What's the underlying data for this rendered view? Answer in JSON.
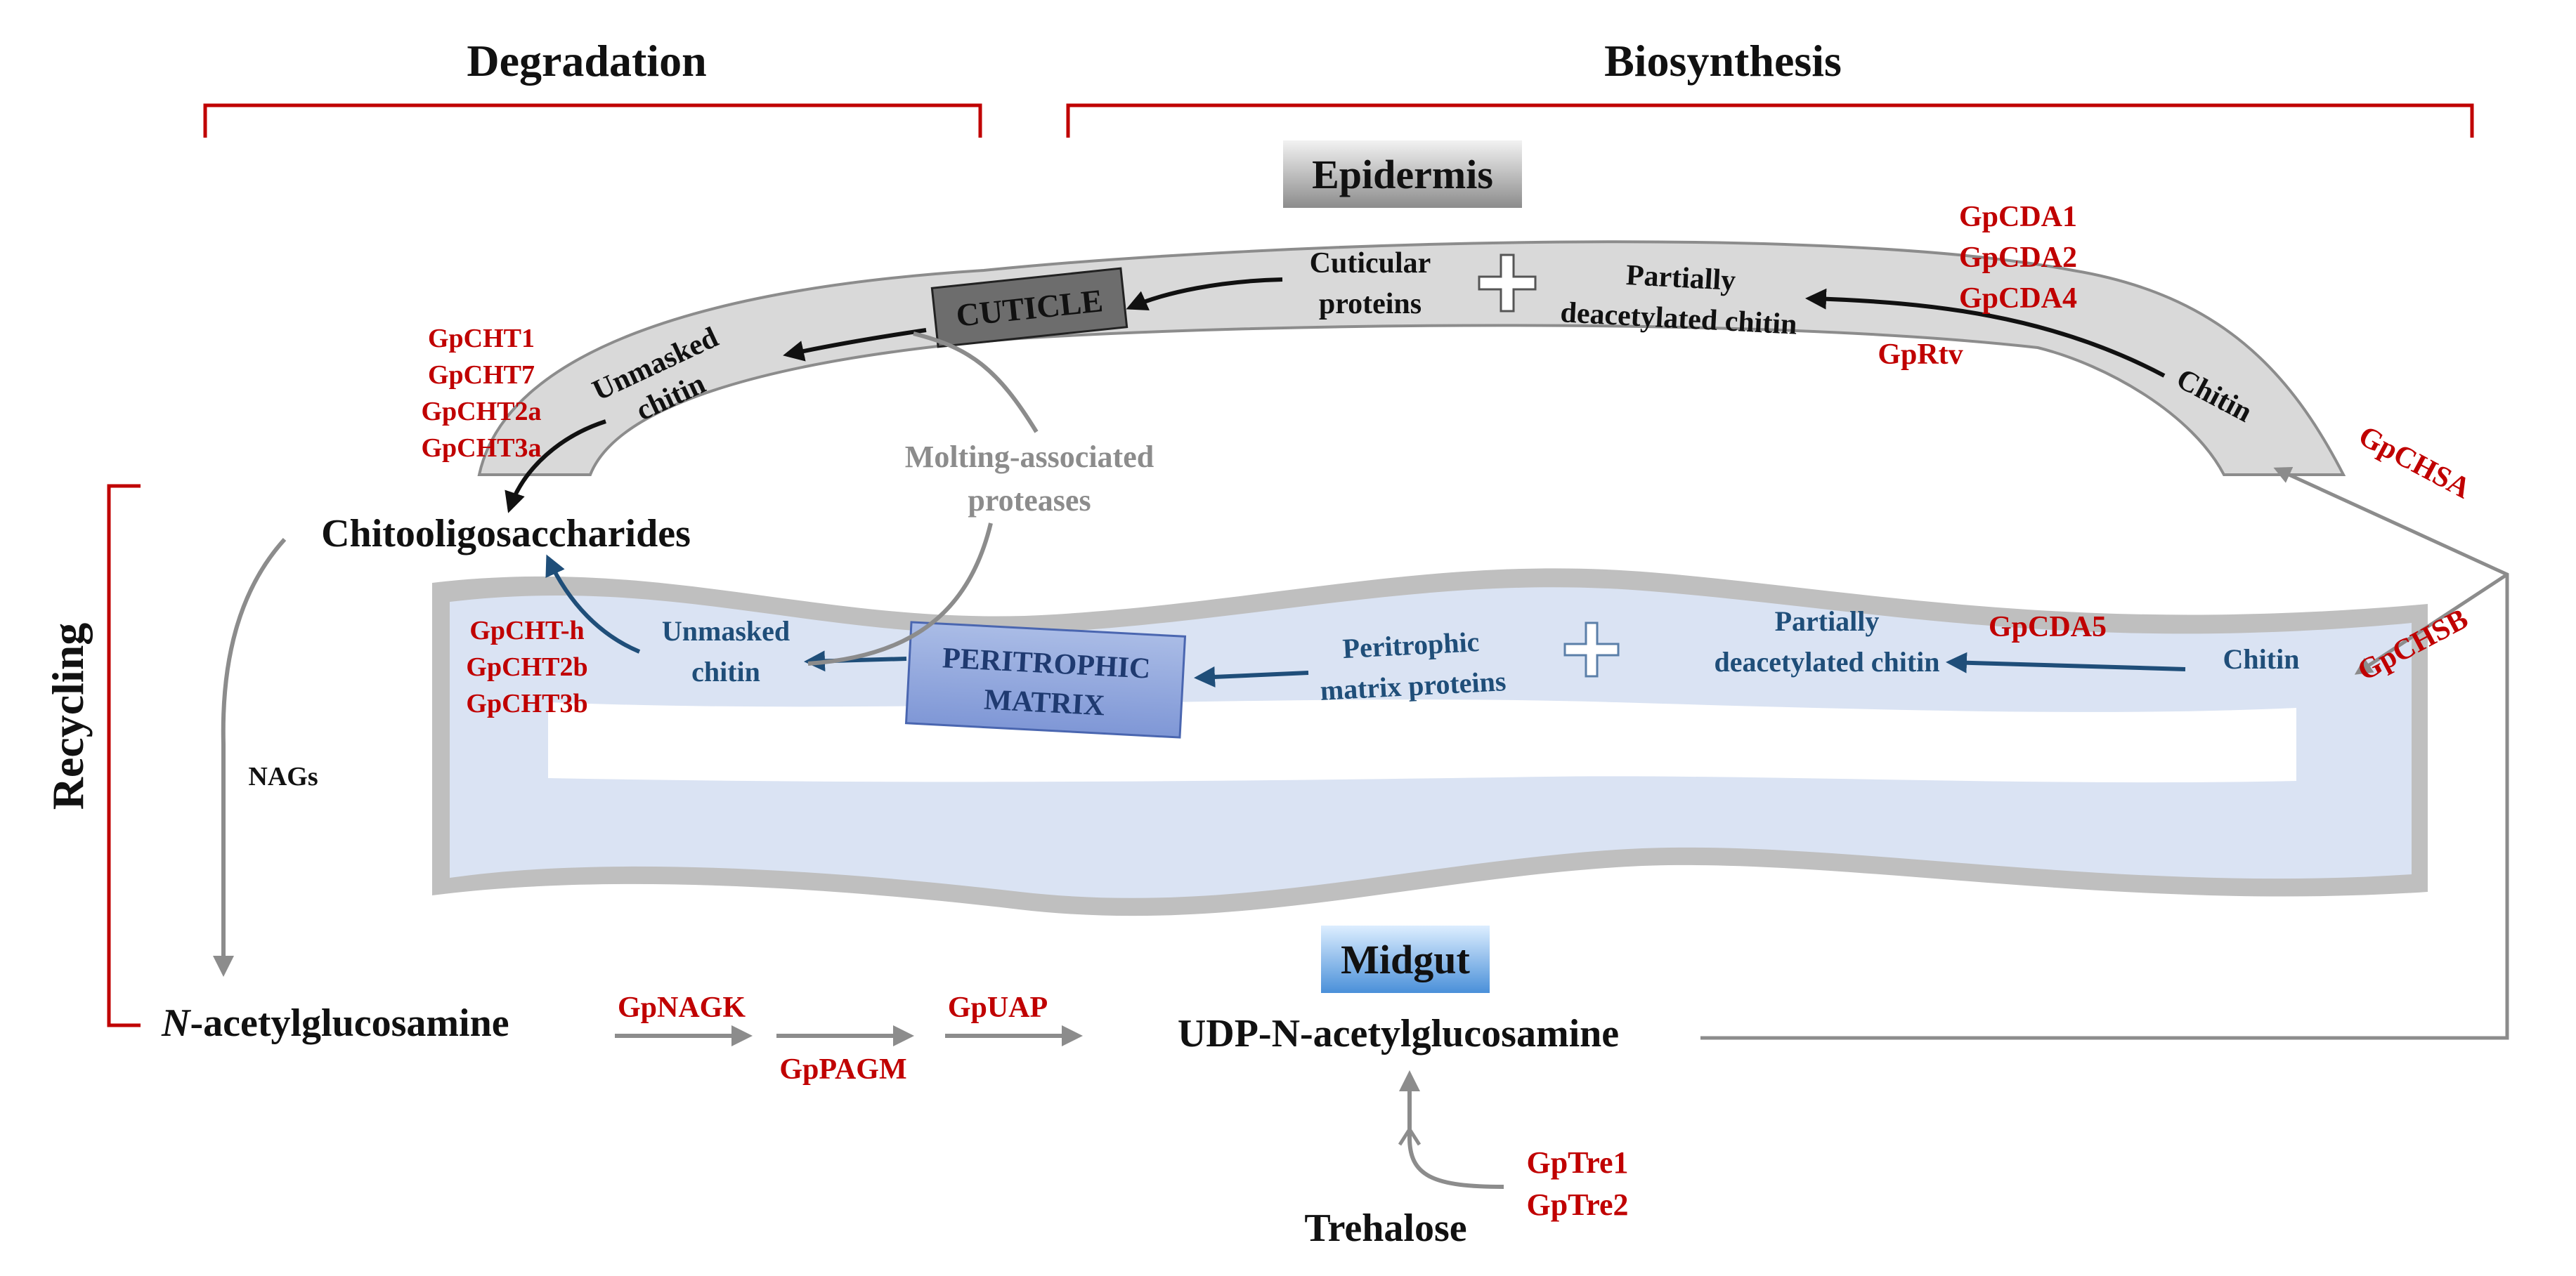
{
  "headers": {
    "degradation": "Degradation",
    "biosynthesis": "Biosynthesis",
    "recycling": "Recycling"
  },
  "labels": {
    "epidermis": "Epidermis",
    "midgut": "Midgut",
    "cuticle": "CUTICLE",
    "pm_line1": "PERITROPHIC",
    "pm_line2": "MATRIX"
  },
  "cuticle": {
    "unmasked_l1": "Unmasked",
    "unmasked_l2": "chitin",
    "proteins_l1": "Cuticular",
    "proteins_l2": "proteins",
    "pdc_l1": "Partially",
    "pdc_l2": "deacetylated chitin",
    "chitin": "Chitin"
  },
  "pm": {
    "unmasked_l1": "Unmasked",
    "unmasked_l2": "chitin",
    "proteins_l1": "Peritrophic",
    "proteins_l2": "matrix proteins",
    "pdc_l1": "Partially",
    "pdc_l2": "deacetylated chitin",
    "chitin": "Chitin"
  },
  "proteases": {
    "line1": "Molting-associated",
    "line2": "proteases"
  },
  "metabolites": {
    "chitooligosaccharides": "Chitooligosaccharides",
    "nags": "NAGs",
    "glcnac_prefix": "N",
    "glcnac_rest": "-acetylglucosamine",
    "udp_glcnac": "UDP-N-acetylglucosamine",
    "trehalose": "Trehalose"
  },
  "enzymes": {
    "cda_top": [
      "GpCDA1",
      "GpCDA2",
      "GpCDA4"
    ],
    "rtv": "GpRtv",
    "cht_top": [
      "GpCHT1",
      "GpCHT7",
      "GpCHT2a",
      "GpCHT3a"
    ],
    "chsa": "GpCHSA",
    "chsb": "GpCHSB",
    "cda5": "GpCDA5",
    "cht_pm": [
      "GpCHT-h",
      "GpCHT2b",
      "GpCHT3b"
    ],
    "nagk": "GpNAGK",
    "pagm": "GpPAGM",
    "uap": "GpUAP",
    "tre": [
      "GpTre1",
      "GpTre2"
    ]
  },
  "colors": {
    "enzyme_red": "#c00000",
    "pm_blue": "#1f4e79",
    "cuticle_fill": "#d9d9d9",
    "pm_fill": "#dae3f3",
    "protease_grey": "#8c8c8c"
  }
}
